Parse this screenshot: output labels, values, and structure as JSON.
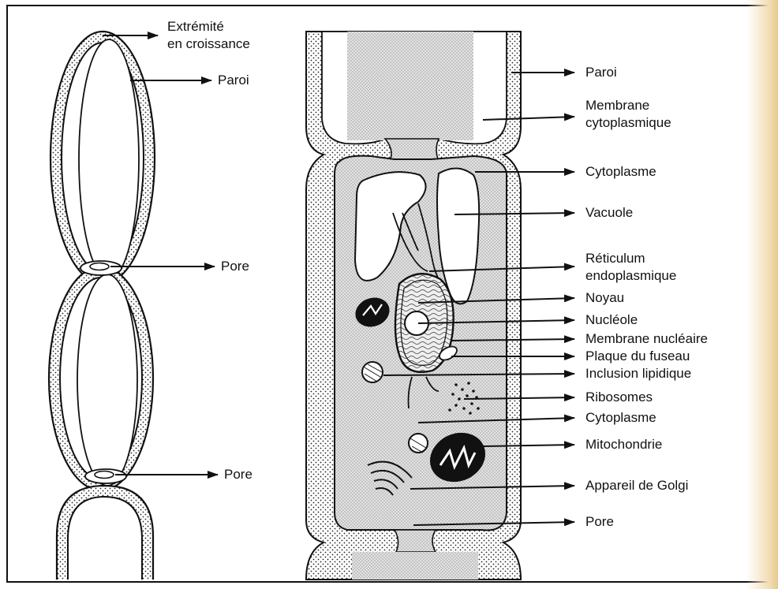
{
  "labels": {
    "extremite": "Extrémité",
    "en_croissance": "en croissance",
    "paroi_left": "Paroi",
    "pore_left_1": "Pore",
    "pore_left_2": "Pore",
    "paroi_right": "Paroi",
    "membrane_line1": "Membrane",
    "membrane_line2": "cytoplasmique",
    "cytoplasme_1": "Cytoplasme",
    "vacuole": "Vacuole",
    "reticulum_line1": "Réticulum",
    "reticulum_line2": "endoplasmique",
    "noyau": "Noyau",
    "nucleole": "Nucléole",
    "membrane_nucleaire": "Membrane nucléaire",
    "plaque_fuseau": "Plaque du fuseau",
    "inclusion_lipidique": "Inclusion lipidique",
    "ribosomes": "Ribosomes",
    "cytoplasme_2": "Cytoplasme",
    "mitochondrie": "Mitochondrie",
    "golgi": "Appareil de Golgi",
    "pore_right": "Pore"
  },
  "colors": {
    "ink": "#111111",
    "stipple": "#d9d9d9",
    "paper_edge": "#e8c98f"
  }
}
